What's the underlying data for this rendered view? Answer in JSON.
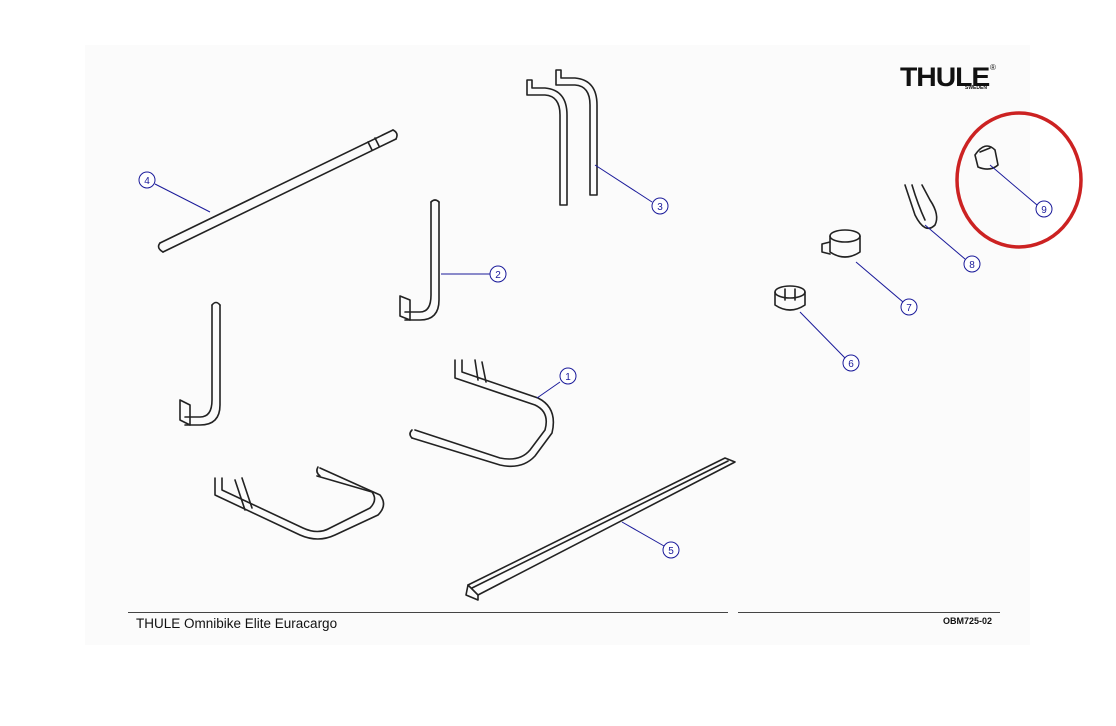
{
  "brand": {
    "logo_text": "THULE",
    "logo_subtext": "SWEDEN",
    "registered_mark": "®"
  },
  "footer": {
    "title": "THULE Omnibike Elite Euracargo",
    "code": "OBM725-02"
  },
  "callouts": [
    "1",
    "2",
    "3",
    "4",
    "5",
    "6",
    "7",
    "8",
    "9"
  ],
  "highlight": {
    "color": "#cc2222",
    "item": "9"
  },
  "colors": {
    "line": "#222222",
    "callout": "#1a1a9a"
  }
}
